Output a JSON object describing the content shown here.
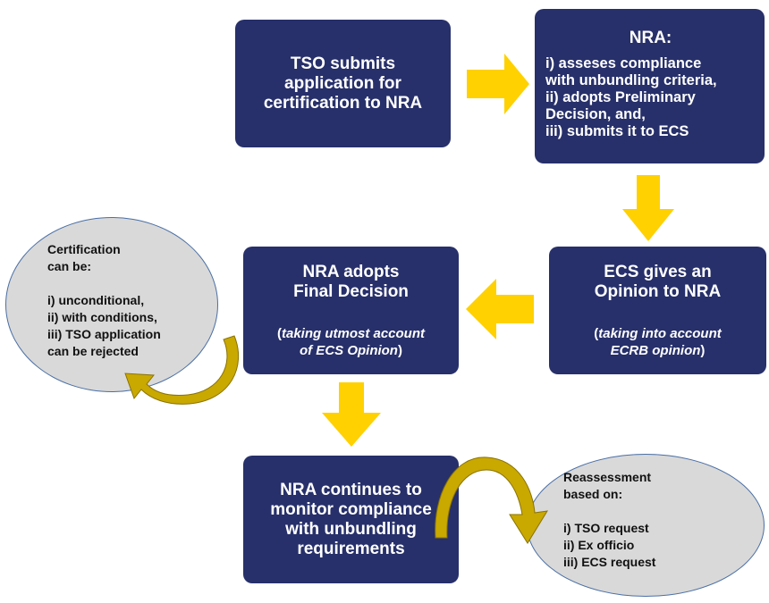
{
  "boxes": {
    "tso_submits": "TSO submits\napplication for\ncertification to NRA",
    "nra_assess": {
      "title": "NRA:",
      "items": [
        "i) asseses compliance",
        "with unbundling criteria,",
        "ii) adopts Preliminary",
        "Decision, and,",
        "iii) submits it to ECS"
      ]
    },
    "ecs_opinion": {
      "title": "ECS gives an\nOpinion to NRA",
      "note_open": "(",
      "note_text": "taking into account\nECRB opinion",
      "note_close": ")"
    },
    "nra_final": {
      "title": "NRA adopts\nFinal Decision",
      "note_open": "(",
      "note_text": "taking utmost account\nof ECS Opinion",
      "note_close": ")"
    },
    "nra_monitor": "NRA continues to\nmonitor compliance\nwith unbundling\nrequirements"
  },
  "ellipses": {
    "certification": [
      "Certification",
      "can be:",
      "",
      "i) unconditional,",
      "ii) with conditions,",
      "iii) TSO application",
      "can be rejected"
    ],
    "reassessment": [
      "Reassessment",
      "based on:",
      "",
      "i) TSO request",
      "ii) Ex officio",
      "iii) ECS request"
    ]
  },
  "colors": {
    "box": "#27306a",
    "arrow": "#ffd100",
    "curved_arrow": "#c9a800",
    "ellipse_fill": "#d9d9d9",
    "ellipse_border": "#4a6fa5"
  }
}
